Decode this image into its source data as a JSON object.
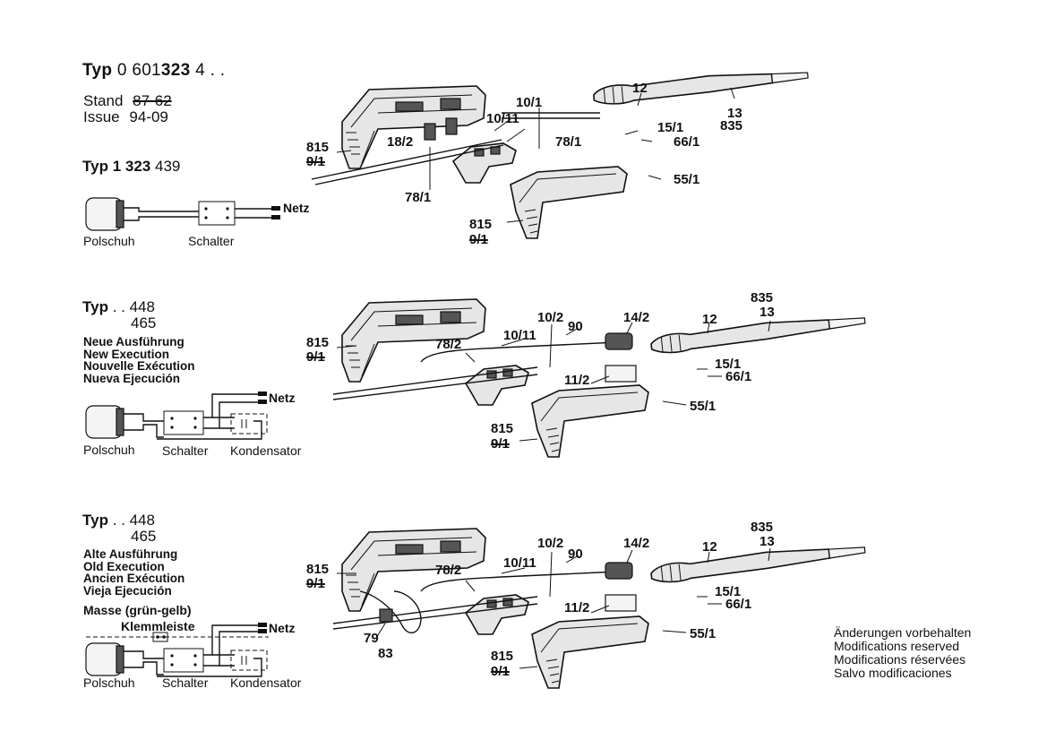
{
  "header": {
    "typ_word": "Typ",
    "typ_prefix": "0 601",
    "typ_bold": "323",
    "typ_suffix": "4 . .",
    "stand_label": "Stand",
    "stand_value": "87-62",
    "issue_label": "Issue",
    "issue_value": "94-09"
  },
  "section1": {
    "typ_word": "Typ",
    "typ_bold": "1 323",
    "typ_suffix": "439",
    "wiring": {
      "netz": "Netz",
      "polschuh": "Polschuh",
      "schalter": "Schalter"
    },
    "parts": [
      "12",
      "13",
      "835",
      "10/1",
      "10/11",
      "15/1",
      "66/1",
      "18/2",
      "78/1",
      "815",
      "9/1",
      "78/1",
      "55/1",
      "815",
      "9/1"
    ]
  },
  "section2": {
    "typ_word": "Typ",
    "typ_line1": ". . 448",
    "typ_line2": "465",
    "notes": [
      "Neue Ausführung",
      "New Execution",
      "Nouvelle Exécution",
      "Nueva Ejecución"
    ],
    "wiring": {
      "netz": "Netz",
      "polschuh": "Polschuh",
      "schalter": "Schalter",
      "kondensator": "Kondensator"
    },
    "parts": [
      "835",
      "13",
      "10/2",
      "90",
      "14/2",
      "12",
      "815",
      "9/1",
      "78/2",
      "10/11",
      "15/1",
      "66/1",
      "11/2",
      "55/1",
      "815",
      "9/1"
    ]
  },
  "section3": {
    "typ_word": "Typ",
    "typ_line1": ". . 448",
    "typ_line2": "465",
    "notes": [
      "Alte Ausführung",
      "Old Execution",
      "Ancien Exécution",
      "Vieja Ejecución"
    ],
    "wiring": {
      "masse": "Masse (grün-gelb)",
      "klemmleiste": "Klemmleiste",
      "netz": "Netz",
      "polschuh": "Polschuh",
      "schalter": "Schalter",
      "kondensator": "Kondensator"
    },
    "parts": [
      "835",
      "13",
      "10/2",
      "90",
      "14/2",
      "12",
      "815",
      "9/1",
      "78/2",
      "10/11",
      "15/1",
      "66/1",
      "11/2",
      "55/1",
      "79",
      "83",
      "815",
      "9/1"
    ]
  },
  "footer_notes": [
    "Änderungen vorbehalten",
    "Modifications reserved",
    "Modifications réservées",
    "Salvo modificaciones"
  ]
}
